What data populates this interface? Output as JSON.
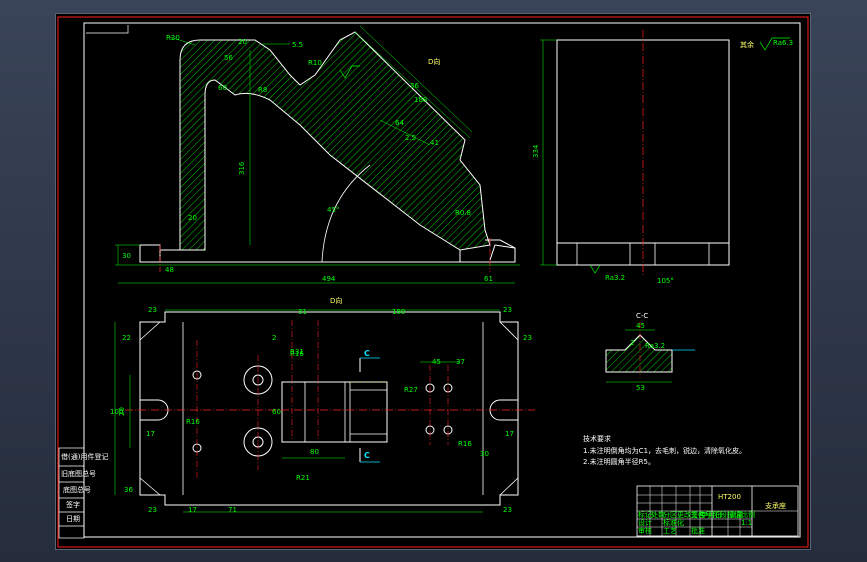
{
  "front_view": {
    "dims": [
      "R20",
      "20",
      "56",
      "5.5",
      "R10",
      "60",
      "R8",
      "36",
      "316",
      "45°",
      "41",
      "64",
      "188",
      "2.5",
      "20",
      "30",
      "48",
      "494",
      "61",
      "R0.8"
    ],
    "view_label": "D向"
  },
  "side_view": {
    "height_dim": "334",
    "roughness_note": "其余",
    "roughness_value": "Ra6.3",
    "bottom_roughness": "Ra3.2",
    "bottom_dim": "105°"
  },
  "top_view": {
    "title": "D向",
    "dims": [
      "23",
      "22",
      "31",
      "180",
      "23",
      "23",
      "R31",
      "2",
      "45",
      "37",
      "R27",
      "100",
      "60",
      "R16",
      "R16",
      "17",
      "17",
      "20",
      "30",
      "80",
      "R21",
      "23",
      "17",
      "71",
      "23",
      "R16",
      "36"
    ],
    "section_marker": "C"
  },
  "section_view": {
    "label": "C-C",
    "dims": [
      "45",
      "2",
      "Ra3.2",
      "53"
    ]
  },
  "tech_requirements": {
    "heading": "技术要求",
    "items": [
      "1.未注明倒角均为C1，去毛刺，锐边，清除氧化皮。",
      "2.未注明圆角半径R5。"
    ]
  },
  "title_block": {
    "drawing_name": "支承座",
    "material_label": "HT200",
    "cells": [
      "标记",
      "处数",
      "分区",
      "更改文件号",
      "签名",
      "年月日",
      "设计",
      "标准化",
      "审核",
      "工艺",
      "批准",
      "阶段标记",
      "重量",
      "比例",
      "1:1"
    ]
  },
  "side_label_column": [
    "借(通)用件登记",
    "旧底图总号",
    "底图总号",
    "签字",
    "日期"
  ]
}
